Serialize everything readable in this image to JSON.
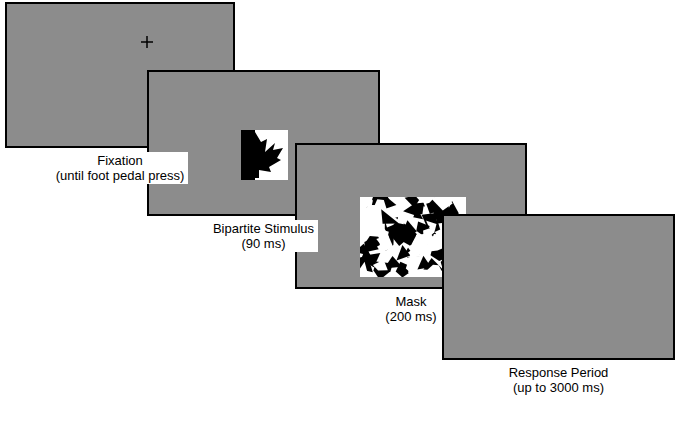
{
  "diagram": {
    "nodes": [
      {
        "text": [
          "Fixation",
          "(until foot pedal press)"
        ]
      },
      {
        "text": [
          "Bipartite Stimulus",
          "(90 ms)"
        ]
      },
      {
        "text": [
          "Mask",
          "(200 ms)"
        ]
      },
      {
        "text": [
          "Response Period",
          "(up to 3000 ms)"
        ]
      }
    ]
  }
}
